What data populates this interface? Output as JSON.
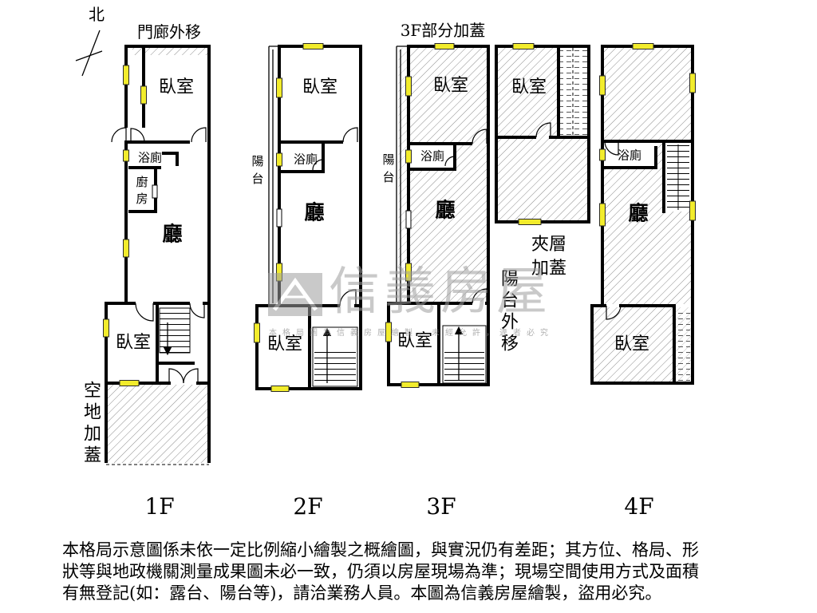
{
  "compass": {
    "label": "北",
    "icon": "north-arrow-icon"
  },
  "f1": {
    "label": "1F",
    "rooms": {
      "bedroom_upper": "臥室",
      "bath": "浴廁",
      "kitchen": "廚房",
      "living": "廳",
      "bedroom_lower": "臥室"
    },
    "notes": {
      "porch": "門廊外移",
      "yard": "空地加蓋"
    }
  },
  "f2": {
    "label": "2F",
    "rooms": {
      "bedroom_upper": "臥室",
      "balcony": "陽台",
      "bath": "浴廁",
      "living": "廳",
      "bedroom_lower": "臥室"
    }
  },
  "f3": {
    "label": "3F",
    "rooms": {
      "bedroom_upper": "臥室",
      "balcony": "陽台",
      "bath": "浴廁",
      "living": "廳",
      "bedroom_lower": "臥室"
    },
    "notes": {
      "partial": "3F部分加蓋",
      "balcony_moved": "陽台外移"
    }
  },
  "mezzanine": {
    "rooms": {
      "bedroom": "臥室"
    },
    "notes": {
      "addition": "夾層加蓋"
    }
  },
  "f4": {
    "label": "4F",
    "rooms": {
      "bath": "浴廁",
      "living": "廳",
      "bedroom": "臥室"
    }
  },
  "watermark": {
    "brand": "信義房屋",
    "notice": "本格局圖為信義房屋繪製，未經允許，違者必究",
    "logo_icon": "house-logo-icon"
  },
  "disclaimer": {
    "lines": [
      "本格局示意圖係未依一定比例縮小繪製之概繪圖，與實況仍有差距；其方位、格局、形",
      "狀等與地政機關測量成果圖未必一致，仍須以房屋現場為準；現場空間使用方式及面積",
      "有無登記(如：露台、陽台等)，請洽業務人員。本圖為信義房屋繪製，盜用必究。"
    ]
  },
  "colors": {
    "wall": "#000000",
    "window": "#f2ec2c",
    "hatch": "#8c8c8c",
    "watermark": "#9e9e9e"
  }
}
